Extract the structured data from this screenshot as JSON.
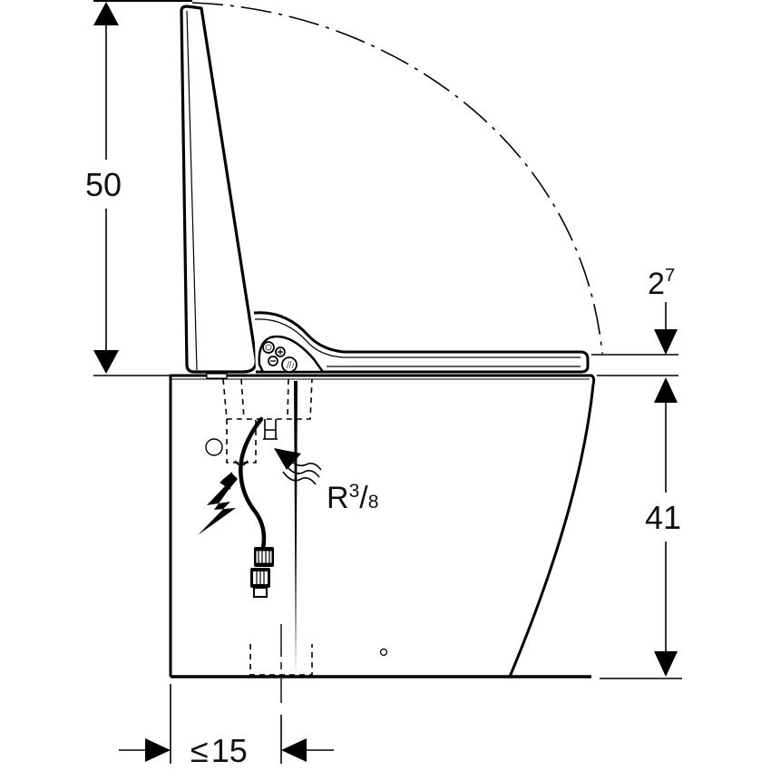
{
  "diagram": {
    "type": "technical-dimension-drawing",
    "subject": "shower toilet side elevation",
    "line_color": "#000000",
    "background_color": "#ffffff"
  },
  "dimensions": {
    "lid_height": {
      "value": "50",
      "orientation": "vertical"
    },
    "seat_thickness": {
      "base": "2",
      "superscript": "7",
      "orientation": "vertical"
    },
    "bowl_height": {
      "value": "41",
      "orientation": "vertical"
    },
    "rear_offset": {
      "prefix": "≤",
      "value": "15",
      "orientation": "horizontal"
    }
  },
  "annotations": {
    "water_connection": {
      "letter": "R",
      "numerator": "3",
      "slash": "/",
      "denominator": "8"
    },
    "electrical_connection": {
      "symbol": "lightning-bolt"
    }
  },
  "control_panel": {
    "buttons": [
      "rear-wash",
      "plus",
      "minus",
      "lady-wash"
    ]
  }
}
